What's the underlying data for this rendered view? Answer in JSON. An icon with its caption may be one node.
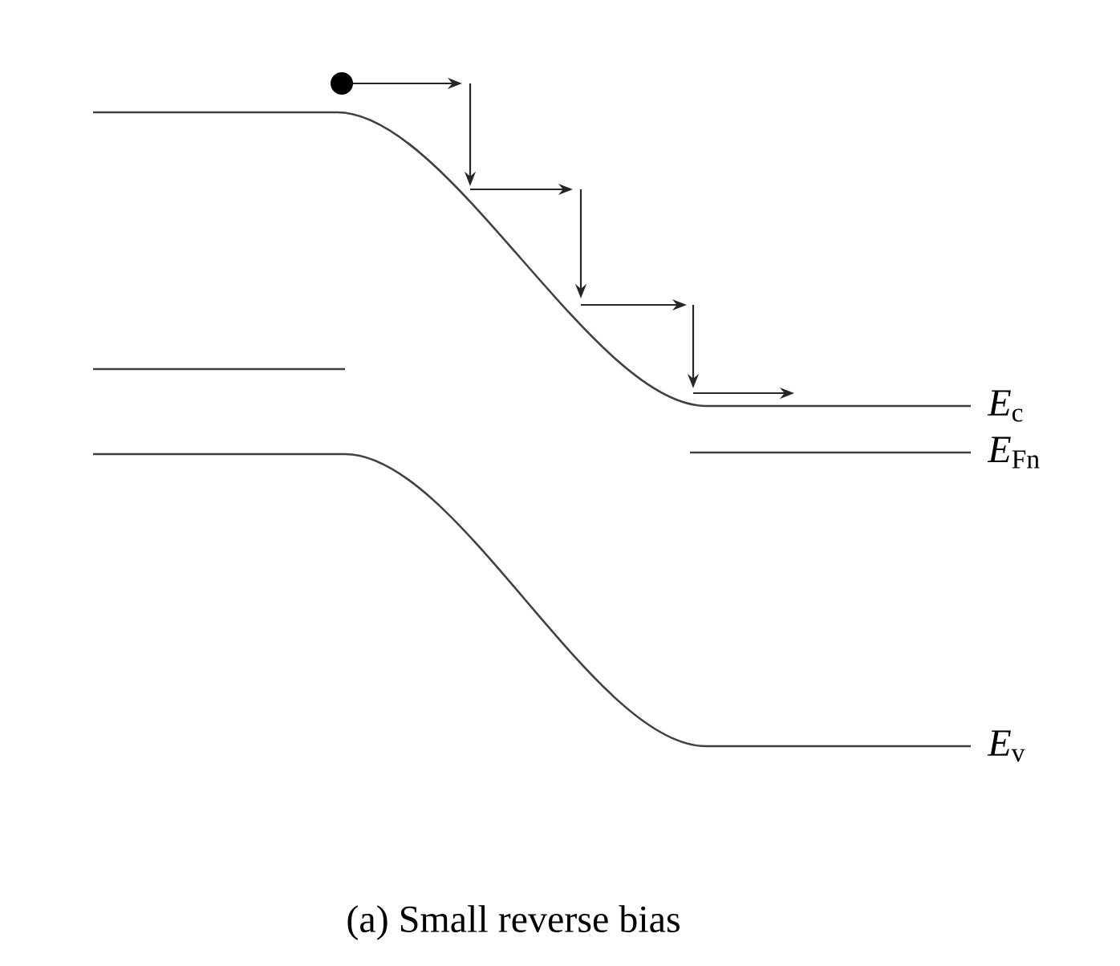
{
  "diagram": {
    "caption": "(a) Small reverse bias",
    "labels": [
      "*E*$_{c}$",
      "*E*$_{Fn}$",
      "*E*$_{v}$"
    ]
  }
}
